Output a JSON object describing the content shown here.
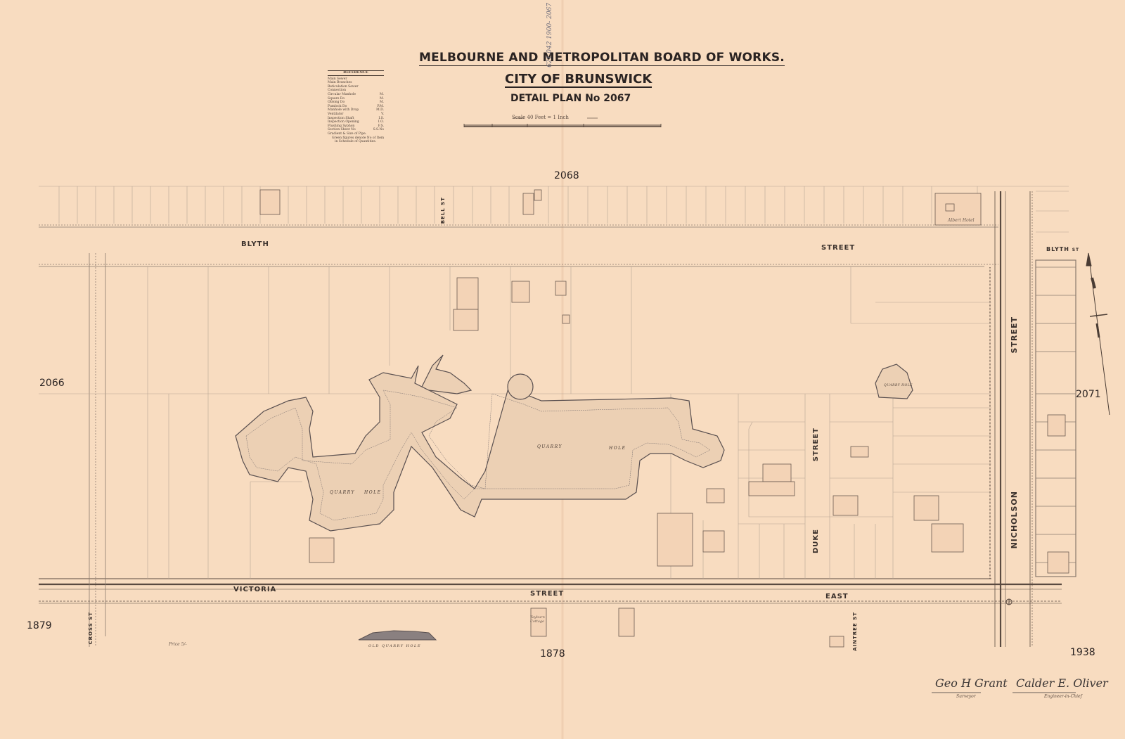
{
  "header": {
    "line1": "MELBOURNE AND METROPOLITAN BOARD OF WORKS.",
    "line2": "CITY OF BRUNSWICK",
    "line3": "DETAIL PLAN No 2067",
    "scale_label": "Scale 40 Feet = 1 Inch",
    "archive_note": "621.042 1900- 2067"
  },
  "reference": {
    "title": "REFERENCE",
    "items": [
      {
        "label": "Main Sewer",
        "symbol": ""
      },
      {
        "label": "Main Branches",
        "symbol": ""
      },
      {
        "label": "Reticulation Sewer",
        "symbol": ""
      },
      {
        "label": "Connection",
        "symbol": ""
      },
      {
        "label": "Circular Manhole",
        "symbol": "M."
      },
      {
        "label": "Square  Do",
        "symbol": "M."
      },
      {
        "label": "Oblong  Do",
        "symbol": "M."
      },
      {
        "label": "Pumlock  Do",
        "symbol": "P.M."
      },
      {
        "label": "Manhole with Drop",
        "symbol": "M.D."
      },
      {
        "label": "Ventilator",
        "symbol": "V."
      },
      {
        "label": "Inspection Shaft",
        "symbol": "I.S."
      },
      {
        "label": "Inspection Opening",
        "symbol": "I.O."
      },
      {
        "label": "Flushing Syphon",
        "symbol": "F.S."
      },
      {
        "label": "Section Sheet No",
        "symbol": "S.S.No"
      }
    ],
    "notes": [
      "Gradient & Size of Pipe.",
      "Green figures denote No of Item",
      "in Schedule of Quantities."
    ]
  },
  "adjoining_sheets": {
    "top": "2068",
    "left": "2066",
    "right": "2071",
    "bottom_left": "1879",
    "bottom_center": "1878",
    "bottom_right": "1938"
  },
  "streets": {
    "blyth_left": "BLYTH",
    "blyth_right": "STREET",
    "blyth_east": "BLYTH",
    "blyth_east_suffix": "ST",
    "bell": "BELL ST",
    "victoria": "VICTORIA",
    "victoria_street": "STREET",
    "victoria_east": "EAST",
    "duke": "DUKE",
    "duke_street": "STREET",
    "nicholson": "NICHOLSON",
    "nicholson_street": "STREET",
    "cross": "CROSS ST",
    "aintree": "AINTREE ST"
  },
  "features": {
    "quarry_main_1": "QUARRY",
    "quarry_main_2": "HOLE",
    "quarry_west_1": "QUARRY",
    "quarry_west_2": "HOLE",
    "quarry_small": "QUARRY HOLE",
    "quarry_old": "OLD QUARRY HOLE",
    "hotel": "Albert Hotel",
    "cottage": "Tayburn Cottage",
    "price": "Price 5/-"
  },
  "signatures": {
    "surveyor_name": "Geo H Grant",
    "surveyor_role": "Surveyor",
    "engineer_name": "Calder E. Oliver",
    "engineer_role": "Engineer-in-Chief"
  }
}
